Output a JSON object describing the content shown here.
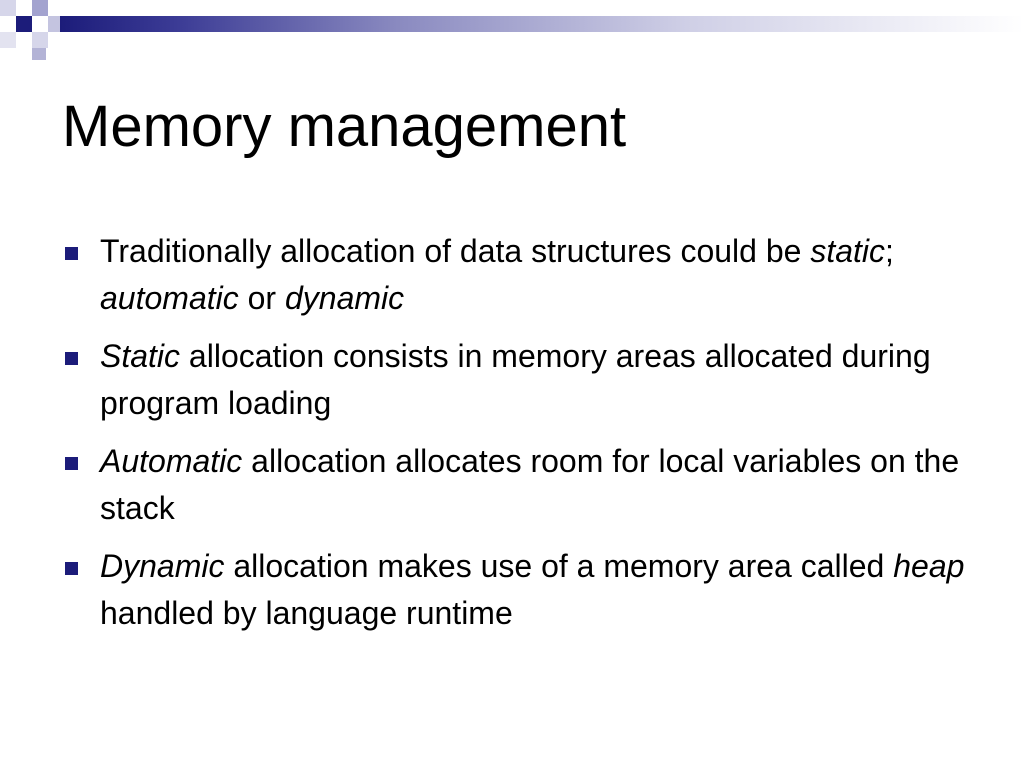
{
  "slide": {
    "title": "Memory management",
    "accent_color": "#1c1c7a",
    "bullet_icon": "square-bullet-icon",
    "bullets": [
      {
        "segments": [
          {
            "text": "Traditionally allocation of data structures could be ",
            "italic": false
          },
          {
            "text": "static",
            "italic": true
          },
          {
            "text": "; ",
            "italic": false
          },
          {
            "text": "automatic",
            "italic": true
          },
          {
            "text": " or ",
            "italic": false
          },
          {
            "text": "dynamic",
            "italic": true
          }
        ]
      },
      {
        "segments": [
          {
            "text": "Static",
            "italic": true
          },
          {
            "text": " allocation consists in memory areas allocated during program loading",
            "italic": false
          }
        ]
      },
      {
        "segments": [
          {
            "text": "Automatic",
            "italic": true
          },
          {
            "text": " allocation allocates room for local variables on the stack",
            "italic": false
          }
        ]
      },
      {
        "segments": [
          {
            "text": "Dynamic",
            "italic": true
          },
          {
            "text": " allocation makes use of a memory area called ",
            "italic": false
          },
          {
            "text": "heap",
            "italic": true
          },
          {
            "text": " handled by language runtime",
            "italic": false
          }
        ]
      }
    ]
  }
}
